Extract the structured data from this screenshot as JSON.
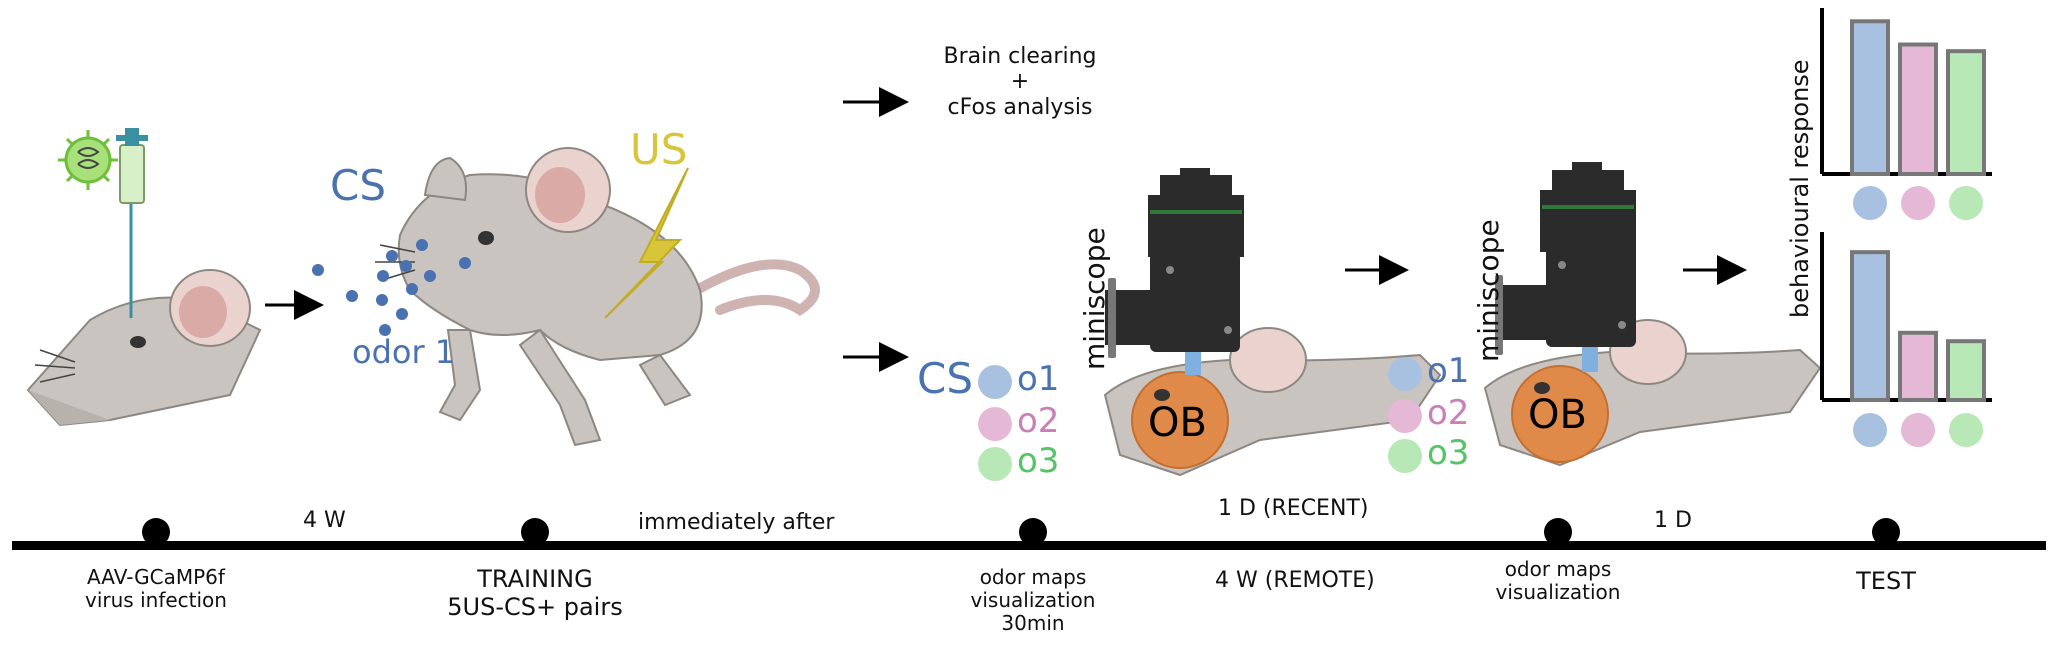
{
  "labels": {
    "cs": "CS",
    "us": "US",
    "odor1": "odor 1",
    "brain_clearing_l1": "Brain clearing",
    "brain_clearing_l2": "+",
    "brain_clearing_l3": "cFos analysis",
    "miniscope": "miniscope",
    "ob": "OB",
    "o1": "o1",
    "o2": "o2",
    "o3": "o3",
    "behavioural_response": "behavioural response"
  },
  "timeline": {
    "intervals": [
      "4 W",
      "immediately after",
      "1 D (RECENT)",
      "4 W (REMOTE)",
      "1 D"
    ],
    "events": [
      {
        "line1": "AAV-GCaMP6f",
        "line2": "virus infection"
      },
      {
        "line1": "TRAINING",
        "line2": "5US-CS+ pairs"
      },
      {
        "line1": "odor maps",
        "line2": "visualization",
        "line3": "30min"
      },
      {
        "line1": "odor maps",
        "line2": "visualization"
      },
      {
        "line1": "TEST"
      }
    ]
  },
  "chart_data": [
    {
      "type": "bar",
      "categories": [
        "o1",
        "o2",
        "o3"
      ],
      "values": [
        0.92,
        0.78,
        0.74
      ],
      "ylabel": "behavioural response",
      "colors": [
        "#a9c1e0",
        "#e5b8d6",
        "#b7e8b5"
      ]
    },
    {
      "type": "bar",
      "categories": [
        "o1",
        "o2",
        "o3"
      ],
      "values": [
        0.88,
        0.4,
        0.35
      ],
      "colors": [
        "#a9c1e0",
        "#e5b8d6",
        "#b7e8b5"
      ]
    }
  ],
  "colors": {
    "cs_blue": "#4a72b0",
    "us_yellow": "#d9c53a",
    "odor1_dot": "#a9c1e0",
    "odor2_dot": "#e5b8d6",
    "odor3_dot": "#b7e8b5",
    "ob_orange": "#e08a4a",
    "mouse_gray": "#c9c4bf",
    "microscope_dark": "#2b2b2b"
  }
}
